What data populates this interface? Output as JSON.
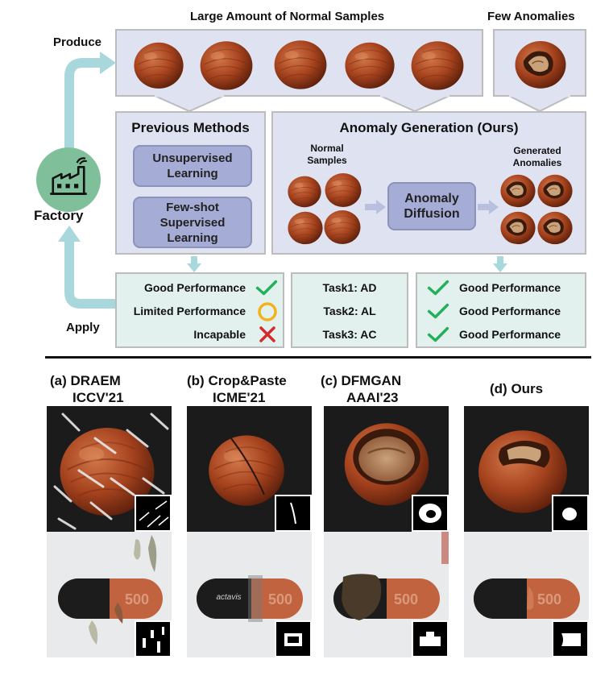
{
  "top": {
    "normal_title": "Large Amount of Normal Samples",
    "anomaly_title": "Few Anomalies",
    "produce": "Produce",
    "apply": "Apply",
    "factory": "Factory",
    "previous": {
      "title": "Previous Methods",
      "box1": "Unsupervised Learning",
      "box2": "Few-shot Supervised Learning"
    },
    "ours": {
      "title": "Anomaly Generation (Ours)",
      "normal_label": "Normal Samples",
      "diffusion": "Anomaly Diffusion",
      "generated_label": "Generated Anomalies"
    },
    "results_prev": [
      "Good Performance",
      "Limited Performance",
      "Incapable"
    ],
    "tasks": [
      "Task1: AD",
      "Task2: AL",
      "Task3: AC"
    ],
    "results_ours": [
      "Good Performance",
      "Good Performance",
      "Good Performance"
    ]
  },
  "methods": [
    {
      "tag": "(a)",
      "name": "DRAEM",
      "venue": "ICCV'21"
    },
    {
      "tag": "(b)",
      "name": "Crop&Paste",
      "venue": "ICME'21"
    },
    {
      "tag": "(c)",
      "name": "DFMGAN",
      "venue": "AAAI'23"
    },
    {
      "tag": "(d)",
      "name": "Ours",
      "venue": ""
    }
  ],
  "pill_text": "500",
  "pill_brand": "actavis",
  "colors": {
    "panel": "#dfe3f1",
    "green_box": "#e2f0ee",
    "purple_box": "#a5acd6",
    "arrow": "#a8d8dc",
    "factory_circle": "#7fbf9a",
    "check": "#22b05a",
    "circle": "#f2b21c",
    "cross": "#d42a2a"
  },
  "icons": [
    "factory-icon",
    "check-icon",
    "circle-icon",
    "cross-icon"
  ]
}
